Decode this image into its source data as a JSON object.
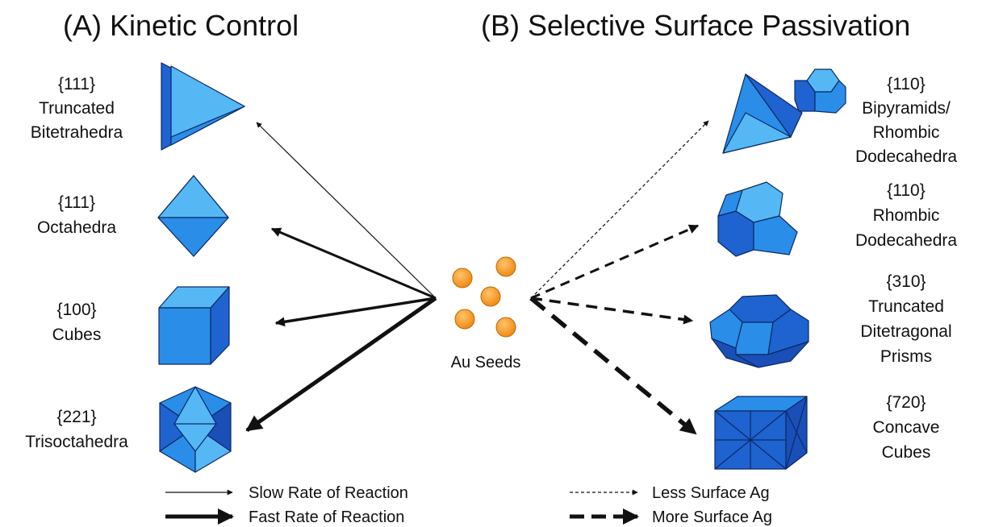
{
  "titles": {
    "a": "(A) Kinetic Control",
    "b": "(B) Selective Surface Passivation"
  },
  "left": [
    {
      "lines": [
        "{111}",
        "Truncated",
        "Bitetrahedra"
      ],
      "shape": "truncated-bitetrahedron"
    },
    {
      "lines": [
        "{111}",
        "Octahedra"
      ],
      "shape": "octahedron"
    },
    {
      "lines": [
        "{100}",
        "Cubes"
      ],
      "shape": "cube"
    },
    {
      "lines": [
        "{221}",
        "Trisoctahedra"
      ],
      "shape": "trisoctahedron"
    }
  ],
  "right": [
    {
      "lines": [
        "{110}",
        "Bipyramids/",
        "Rhombic",
        "Dodecahedra"
      ],
      "shape": "bipyramid-and-rhombic-dodecahedron"
    },
    {
      "lines": [
        "{110}",
        "Rhombic",
        "Dodecahedra"
      ],
      "shape": "rhombic-dodecahedron"
    },
    {
      "lines": [
        "{310}",
        "Truncated",
        "Ditetragonal",
        "Prisms"
      ],
      "shape": "truncated-ditetragonal-prism"
    },
    {
      "lines": [
        "{720}",
        "Concave",
        "Cubes"
      ],
      "shape": "concave-cube"
    }
  ],
  "seeds": {
    "label": "Au Seeds",
    "color": "#f5921e"
  },
  "legend": {
    "slow": "Slow Rate of Reaction",
    "fast": "Fast Rate of Reaction",
    "less": "Less Surface Ag",
    "more": "More Surface Ag"
  },
  "colors": {
    "light": "#55b8f5",
    "mid": "#2a8ee8",
    "dark": "#1e63cf",
    "darker": "#1a4fb8"
  }
}
